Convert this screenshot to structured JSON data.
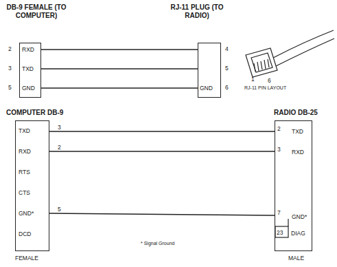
{
  "diagram": {
    "nodes": [
      {
        "text": [
          "DB-9 FEMALE (TO COMPUTER)"
        ]
      },
      {
        "text": [
          "RJ-11 PLUG (TO RADIO)"
        ]
      },
      {
        "text": [
          "COMPUTER DB-9"
        ]
      },
      {
        "text": [
          "RADIO DB-25"
        ]
      }
    ],
    "edges": [
      {
        "from": 0,
        "to": 1,
        "arrow": "none"
      },
      {
        "from": 0,
        "to": 1,
        "arrow": "none"
      },
      {
        "from": 0,
        "to": 1,
        "arrow": "none"
      },
      {
        "from": 2,
        "to": 3,
        "arrow": "none"
      },
      {
        "from": 2,
        "to": 3,
        "arrow": "none"
      },
      {
        "from": 2,
        "to": 3,
        "arrow": "none"
      }
    ],
    "labels": [
      "2",
      "RXD",
      "3",
      "TXD",
      "5",
      "GND",
      "4",
      "5",
      "GND",
      "6",
      "1",
      "6",
      "RJ-11 PIN LAYOUT",
      "TXD",
      "RXD",
      "RTS",
      "CTS",
      "GND*",
      "DCD",
      "3",
      "2",
      "5",
      "2",
      "TXD",
      "3",
      "RXD",
      "7",
      "GND*",
      "23",
      "DIAG",
      "* Signal Ground",
      "FEMALE",
      "MALE"
    ]
  }
}
